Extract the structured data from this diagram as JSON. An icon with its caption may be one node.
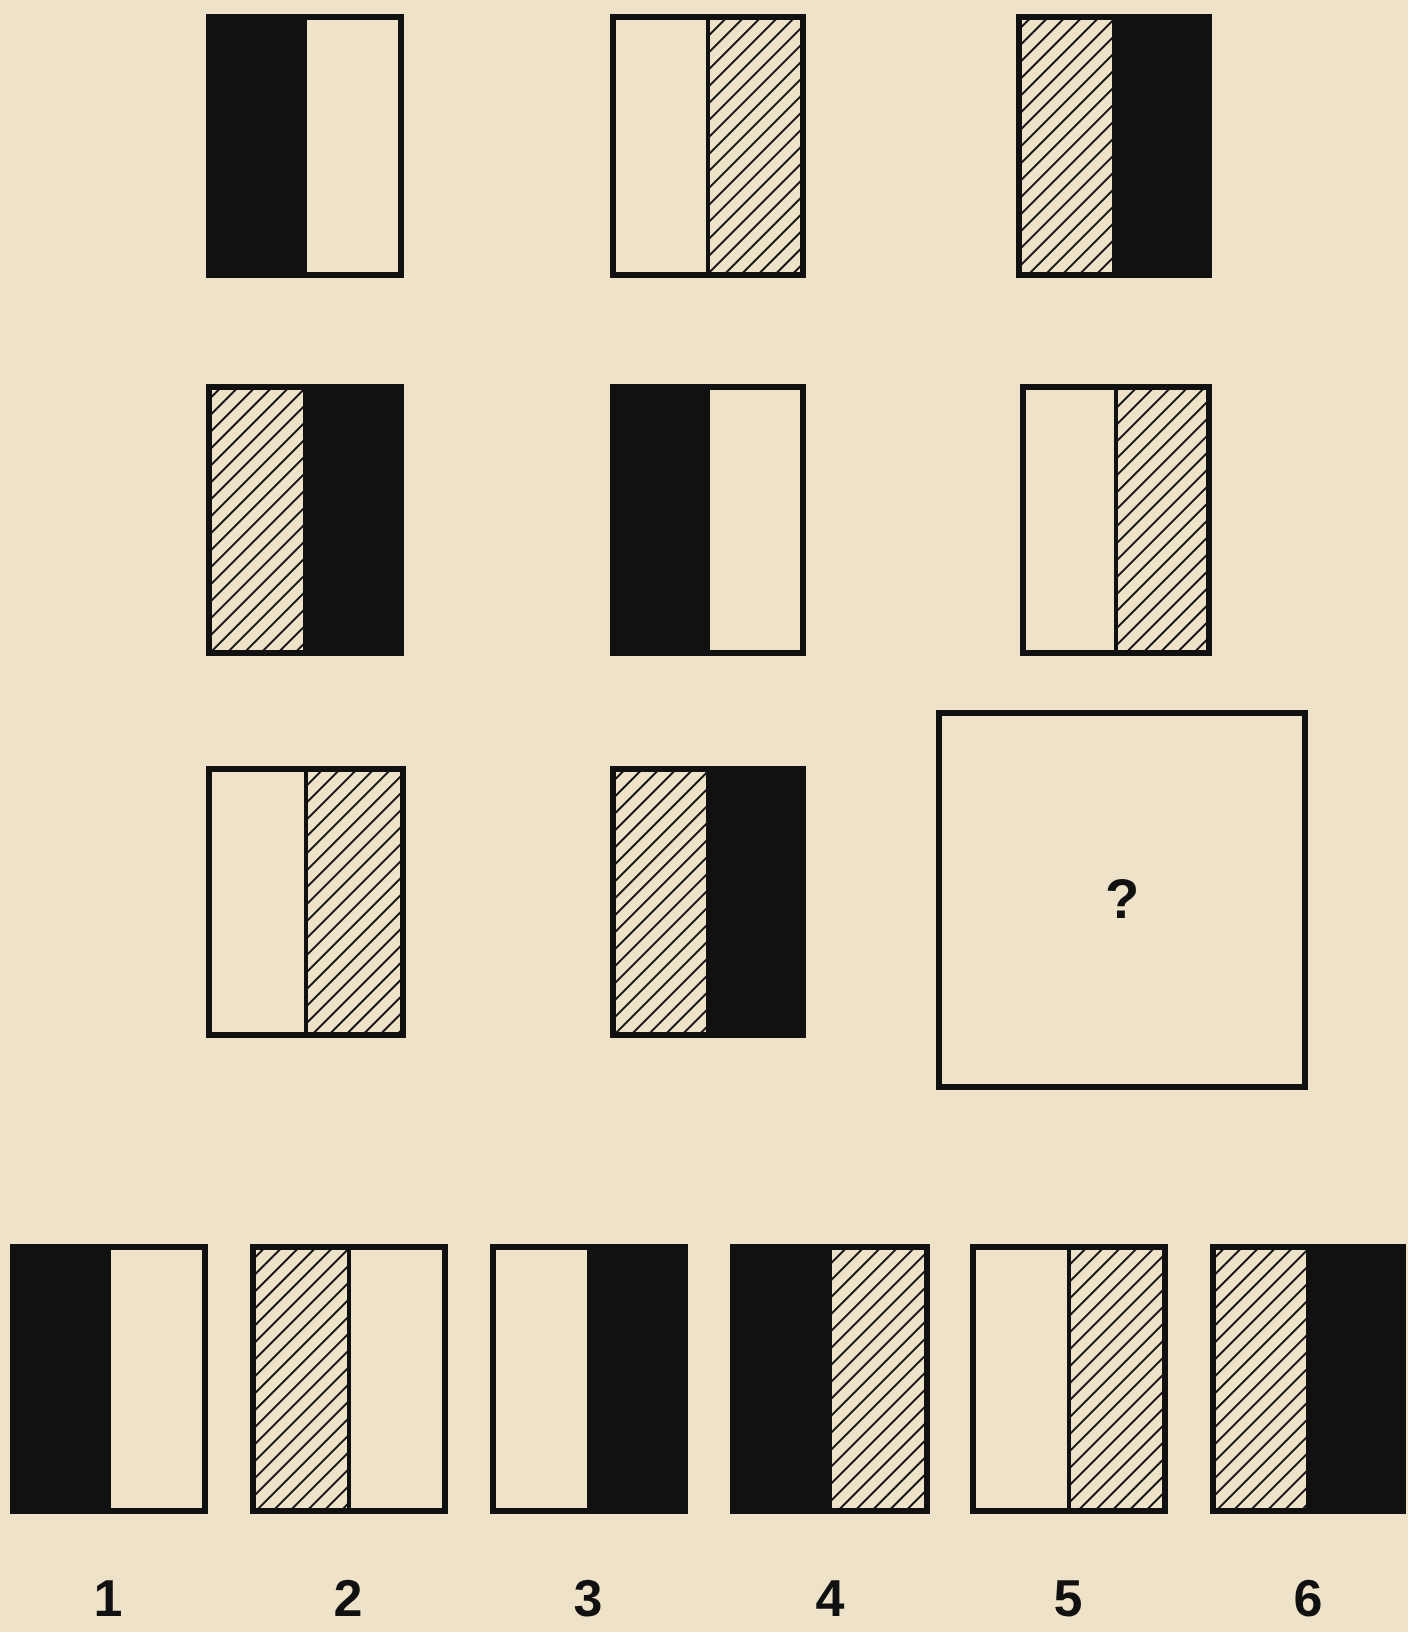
{
  "diagram": {
    "nodes": [
      {
        "text": [],
        "shape": "box"
      },
      {
        "text": [],
        "shape": "box"
      },
      {
        "text": [],
        "shape": "box"
      },
      {
        "text": [],
        "shape": "box"
      },
      {
        "text": [],
        "shape": "box"
      },
      {
        "text": [],
        "shape": "box"
      },
      {
        "text": [],
        "shape": "box"
      },
      {
        "text": [],
        "shape": "box"
      },
      {
        "text": [
          "?"
        ]
      },
      {
        "text": [],
        "shape": "box"
      },
      {
        "text": [],
        "shape": "box"
      },
      {
        "text": [],
        "shape": "box"
      },
      {
        "text": [],
        "shape": "box"
      },
      {
        "text": [],
        "shape": "box"
      },
      {
        "text": [],
        "shape": "box"
      }
    ],
    "labels": [
      "1",
      "2",
      "3",
      "4",
      "5",
      "6"
    ]
  }
}
